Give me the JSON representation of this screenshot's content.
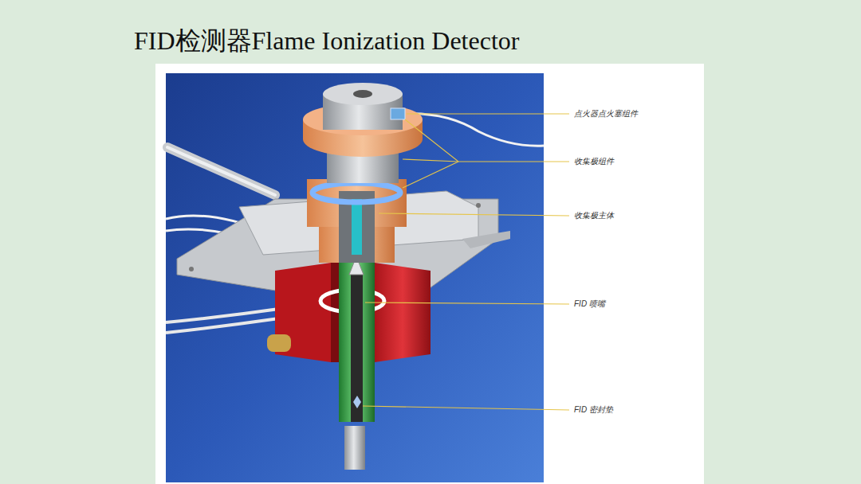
{
  "diagram": {
    "title": "FID检测器Flame Ionization Detector",
    "labels": [
      "点火器点火塞组件",
      "收集极组件",
      "收集极主体",
      "FID 喷嘴",
      "FID 密封垫"
    ]
  }
}
